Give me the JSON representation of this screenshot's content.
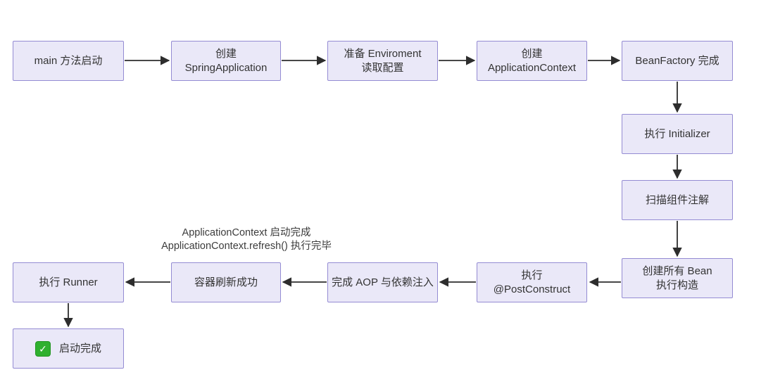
{
  "diagram": {
    "title": "Spring Boot startup flowchart",
    "nodes": {
      "main_start": {
        "label": "main 方法启动"
      },
      "create_spring_application": {
        "label": "创建\nSpringApplication"
      },
      "prepare_environment": {
        "label": "准备 Enviroment\n读取配置"
      },
      "create_application_context": {
        "label": "创建\nApplicationContext"
      },
      "bean_factory_complete": {
        "label": "BeanFactory 完成"
      },
      "run_initializer": {
        "label": "执行 Initializer"
      },
      "scan_component_annotations": {
        "label": "扫描组件注解"
      },
      "create_all_beans": {
        "label": "创建所有 Bean\n执行构造"
      },
      "run_post_construct": {
        "label": "执行\n@PostConstruct"
      },
      "finish_aop_di": {
        "label": "完成 AOP 与依赖注入"
      },
      "container_refresh_success": {
        "label": "容器刷新成功"
      },
      "run_runner": {
        "label": "执行 Runner"
      },
      "startup_complete": {
        "label": "启动完成",
        "icon": "check-icon",
        "check_glyph": "✓"
      }
    },
    "annotation": {
      "line1": "ApplicationContext 启动完成",
      "line2": "ApplicationContext.refresh() 执行完毕"
    },
    "edges": [
      "main_start→create_spring_application",
      "create_spring_application→prepare_environment",
      "prepare_environment→create_application_context",
      "create_application_context→bean_factory_complete",
      "bean_factory_complete→run_initializer",
      "run_initializer→scan_component_annotations",
      "scan_component_annotations→create_all_beans",
      "create_all_beans→run_post_construct",
      "run_post_construct→finish_aop_di",
      "finish_aop_di→container_refresh_success",
      "container_refresh_success→run_runner",
      "run_runner→startup_complete"
    ],
    "colors": {
      "node_fill": "#eae8f8",
      "node_border": "#948bd3",
      "arrow": "#2d2d2d",
      "text": "#333333",
      "annotation_text": "#3c3c3c",
      "check_green": "#2fb02f",
      "background": "#ffffff"
    }
  }
}
